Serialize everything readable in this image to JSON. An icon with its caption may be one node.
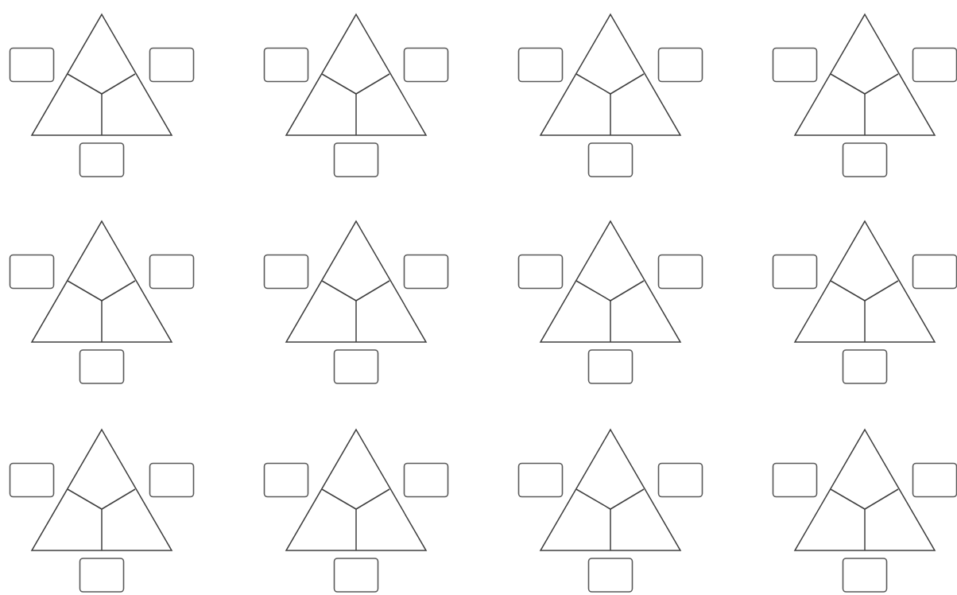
{
  "diagram": {
    "nodes": [
      {
        "text": [],
        "shape": "triangle"
      },
      {
        "text": [],
        "shape": "box"
      },
      {
        "text": [],
        "shape": "box"
      },
      {
        "text": [],
        "shape": "box"
      },
      {
        "text": [],
        "shape": "triangle"
      },
      {
        "text": [],
        "shape": "box"
      },
      {
        "text": [],
        "shape": "box"
      },
      {
        "text": [],
        "shape": "box"
      },
      {
        "text": [],
        "shape": "triangle"
      },
      {
        "text": [],
        "shape": "box"
      },
      {
        "text": [],
        "shape": "box"
      },
      {
        "text": [],
        "shape": "box"
      },
      {
        "text": [],
        "shape": "triangle"
      },
      {
        "text": [],
        "shape": "box"
      },
      {
        "text": [],
        "shape": "box"
      },
      {
        "text": [],
        "shape": "box"
      },
      {
        "text": [],
        "shape": "triangle"
      },
      {
        "text": [],
        "shape": "box"
      },
      {
        "text": [],
        "shape": "box"
      },
      {
        "text": [],
        "shape": "box"
      },
      {
        "text": [],
        "shape": "triangle"
      },
      {
        "text": [],
        "shape": "box"
      },
      {
        "text": [],
        "shape": "box"
      },
      {
        "text": [],
        "shape": "box"
      },
      {
        "text": [],
        "shape": "triangle"
      },
      {
        "text": [],
        "shape": "box"
      },
      {
        "text": [],
        "shape": "box"
      },
      {
        "text": [],
        "shape": "box"
      },
      {
        "text": [],
        "shape": "triangle"
      },
      {
        "text": [],
        "shape": "box"
      },
      {
        "text": [],
        "shape": "box"
      },
      {
        "text": [],
        "shape": "box"
      },
      {
        "text": [],
        "shape": "triangle"
      },
      {
        "text": [],
        "shape": "box"
      },
      {
        "text": [],
        "shape": "box"
      },
      {
        "text": [],
        "shape": "box"
      },
      {
        "text": [],
        "shape": "triangle"
      },
      {
        "text": [],
        "shape": "box"
      },
      {
        "text": [],
        "shape": "box"
      },
      {
        "text": [],
        "shape": "box"
      },
      {
        "text": [],
        "shape": "triangle"
      },
      {
        "text": [],
        "shape": "box"
      },
      {
        "text": [],
        "shape": "box"
      },
      {
        "text": [],
        "shape": "box"
      },
      {
        "text": [],
        "shape": "triangle"
      },
      {
        "text": [],
        "shape": "box"
      },
      {
        "text": [],
        "shape": "box"
      },
      {
        "text": [],
        "shape": "box"
      }
    ]
  }
}
